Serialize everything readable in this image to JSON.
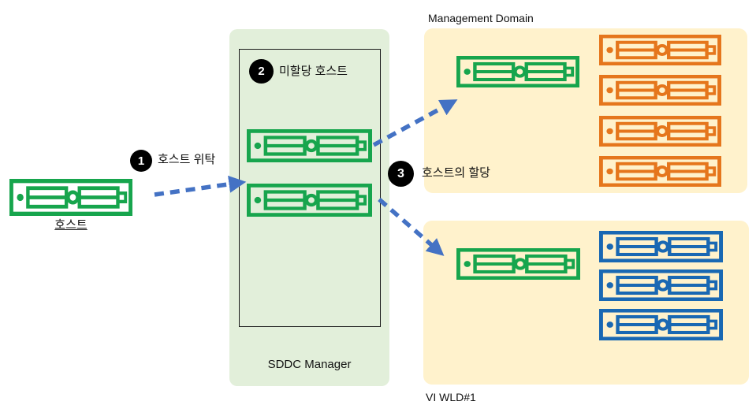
{
  "diagram": {
    "host": {
      "label": "호스트"
    },
    "steps": [
      {
        "number": "1",
        "label": "호스트 위탁"
      },
      {
        "number": "2",
        "label": "미할당 호스트"
      },
      {
        "number": "3",
        "label": "호스트의 할당"
      }
    ],
    "sddc": {
      "label": "SDDC Manager",
      "unassigned_host_count": 2
    },
    "management_domain": {
      "title": "Management Domain",
      "newly_assigned_host_count": 1,
      "member_host_count": 4
    },
    "vi_wld": {
      "title": "VI WLD#1",
      "newly_assigned_host_count": 1,
      "member_host_count": 3
    }
  },
  "colors": {
    "server_green": "#17A54D",
    "server_orange": "#E5761C",
    "server_blue": "#1968B3",
    "arrow": "#4472C4",
    "sddc_bg": "#E2EFDA",
    "domain_bg": "#FFF2CC",
    "badge_bg": "#000000",
    "badge_fg": "#FFFFFF",
    "text": "#111111"
  }
}
